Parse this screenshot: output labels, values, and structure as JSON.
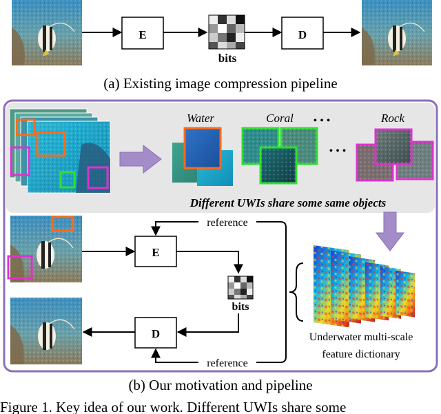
{
  "top_pipeline": {
    "encoder_label": "E",
    "decoder_label": "D",
    "bits_label": "bits",
    "caption": "(a) Existing image compression pipeline"
  },
  "objects": {
    "water_label": "Water",
    "coral_label": "Coral",
    "rock_label": "Rock",
    "dots_top": "• • •",
    "dots_mid": "• • •",
    "tagline": "Different UWIs share some same objects"
  },
  "bottom_pipeline": {
    "encoder_label": "E",
    "decoder_label": "D",
    "bits_label": "bits",
    "reference_top": "reference",
    "reference_bottom": "reference",
    "dictionary_line1": "Underwater multi-scale",
    "dictionary_line2": "feature dictionary",
    "caption": "(b) Our motivation and pipeline"
  },
  "figure_caption": "Figure 1. Key idea of our work. Different UWIs share some"
}
